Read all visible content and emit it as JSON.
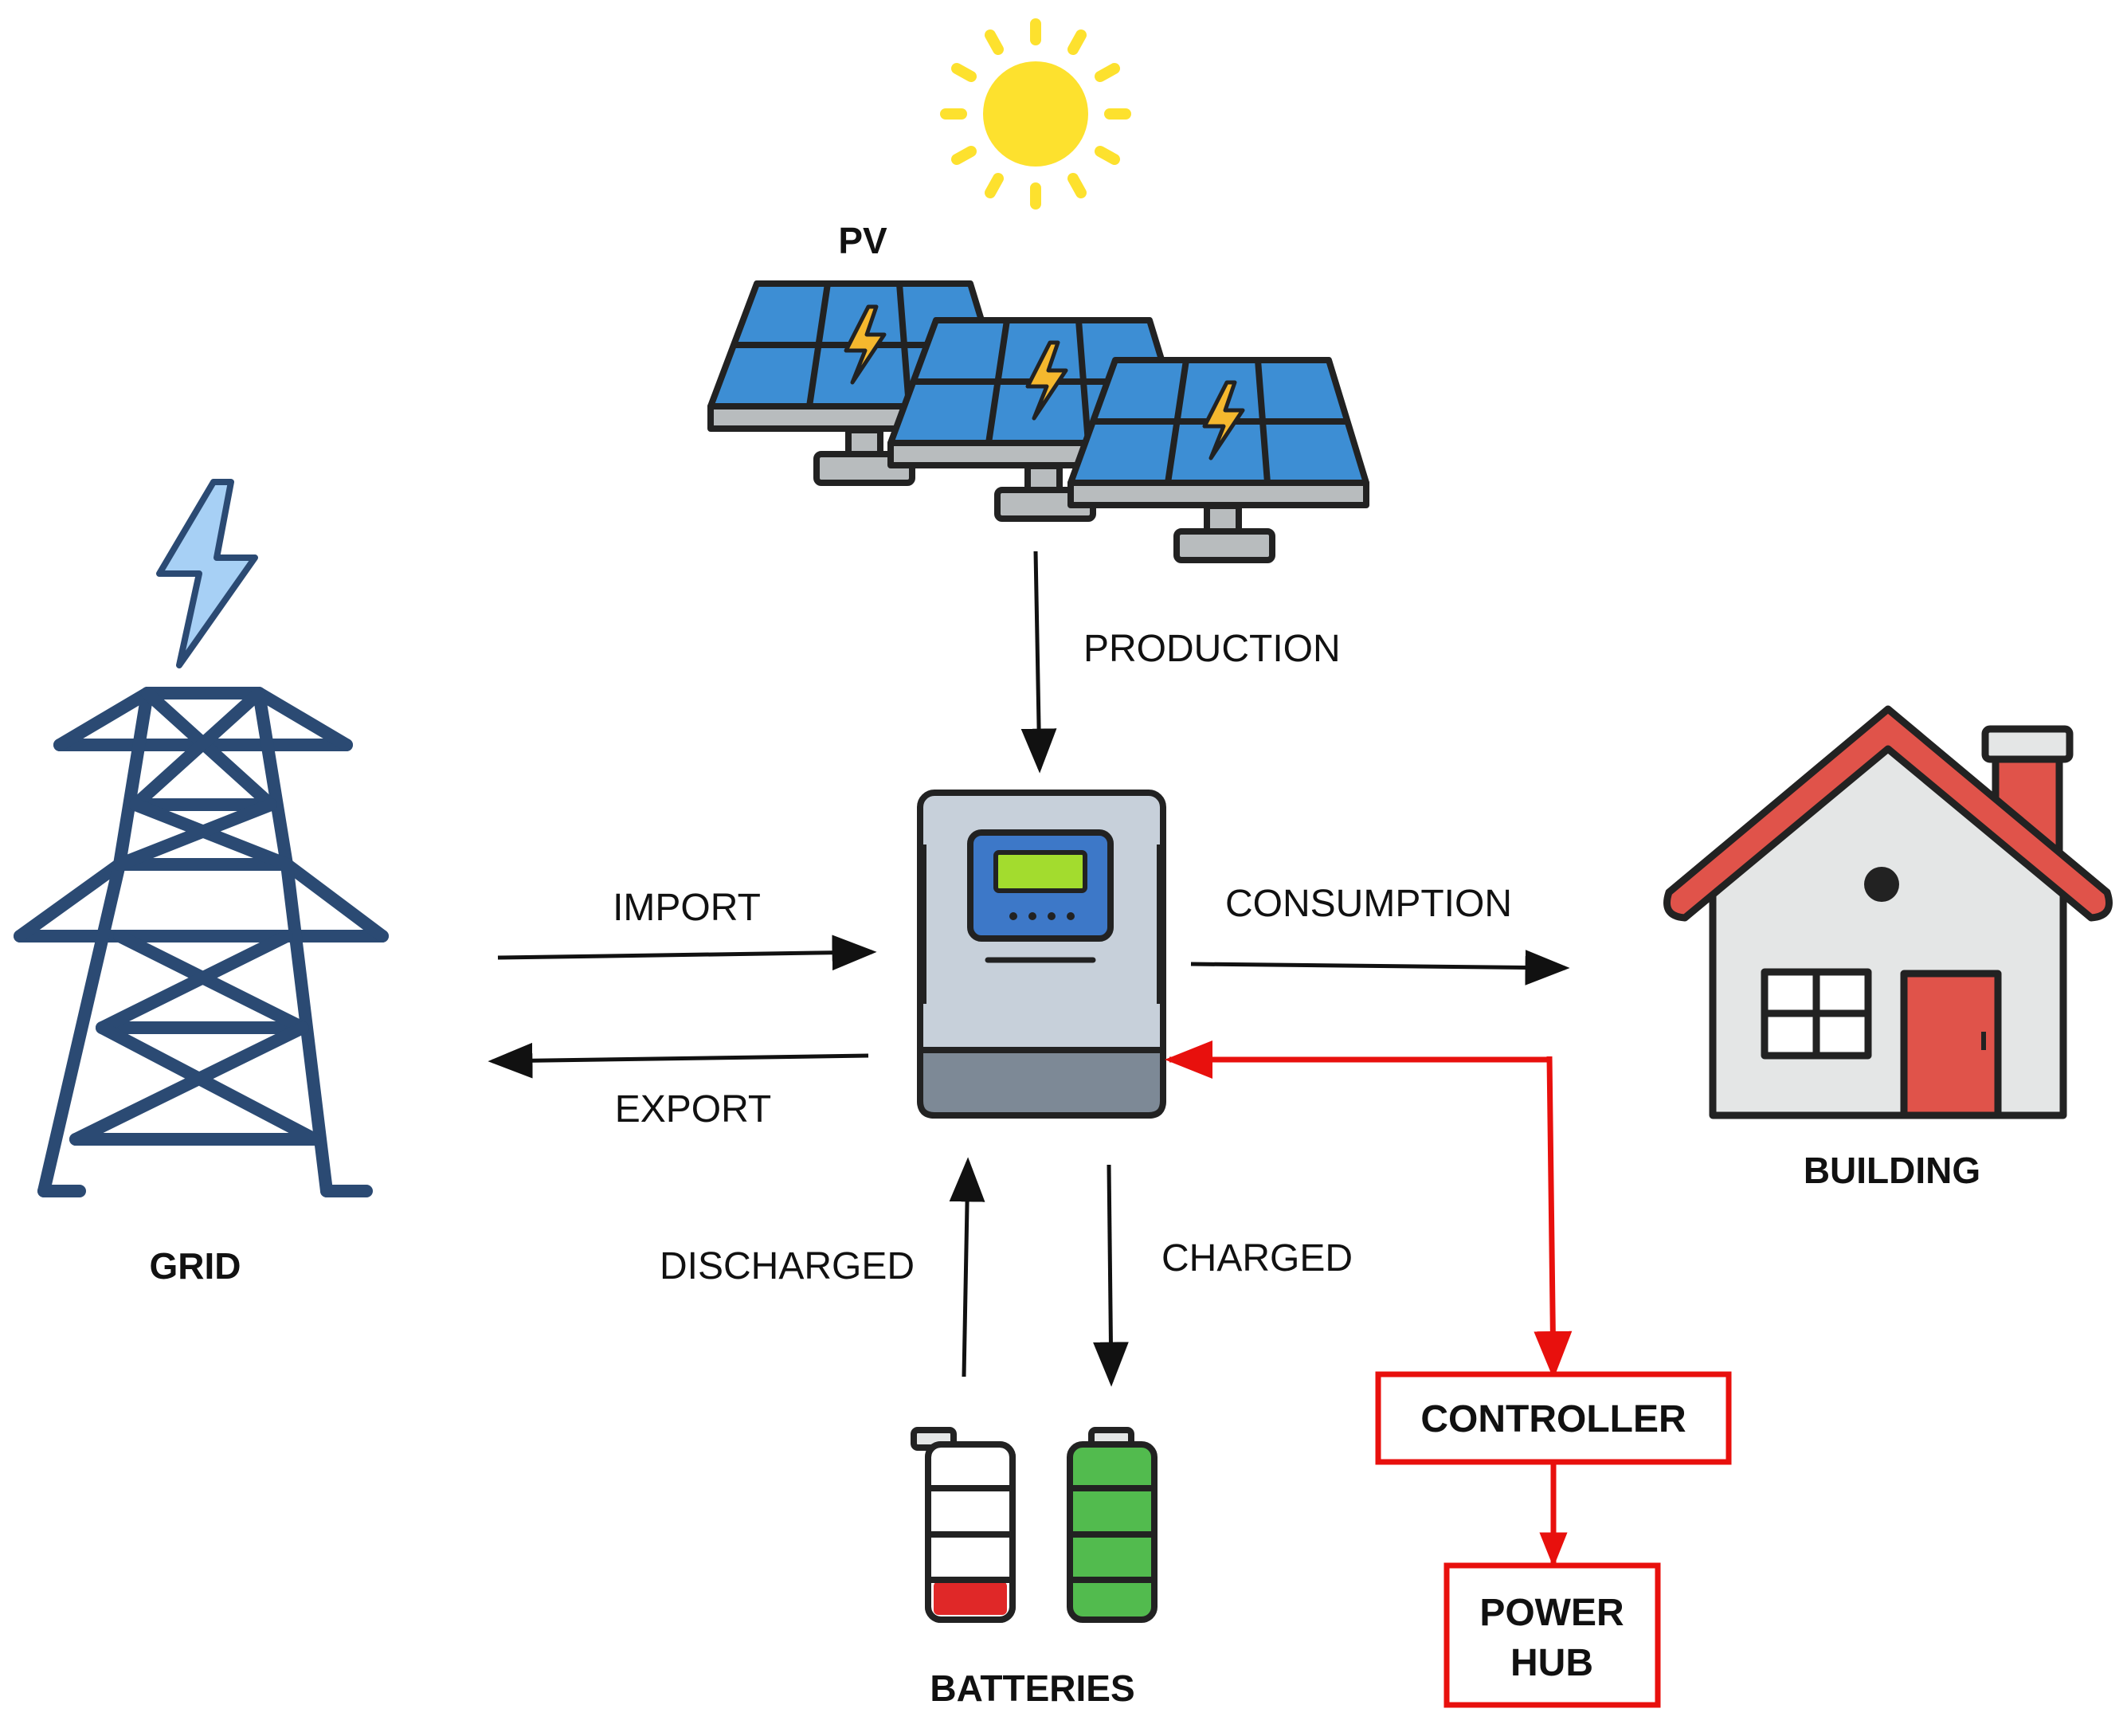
{
  "labels": {
    "pv": "PV",
    "grid": "GRID",
    "building": "BUILDING",
    "batteries": "BATTERIES",
    "production": "PRODUCTION",
    "import": "IMPORT",
    "export": "EXPORT",
    "consumption": "CONSUMPTION",
    "discharged": "DISCHARGED",
    "charged": "CHARGED"
  },
  "controller": {
    "label": "CONTROLLER"
  },
  "power_hub": {
    "line1": "POWER",
    "line2": "HUB"
  },
  "colors": {
    "arrow": "#111111",
    "control_link": "#e8100d",
    "panel_blue": "#3d8ed4",
    "tower_blue": "#2b4a73",
    "bolt_blue": "#a7d0f5",
    "bolt_yellow": "#f5b82e",
    "sun": "#fde12e",
    "roof_red": "#e0534a",
    "wall_gray": "#e4e6e6",
    "battery_red": "#e02828",
    "battery_green": "#52bb4e",
    "inverter_gray": "#c7d0da",
    "inverter_dark": "#7d8996",
    "screen_green": "#a3dc2e"
  }
}
